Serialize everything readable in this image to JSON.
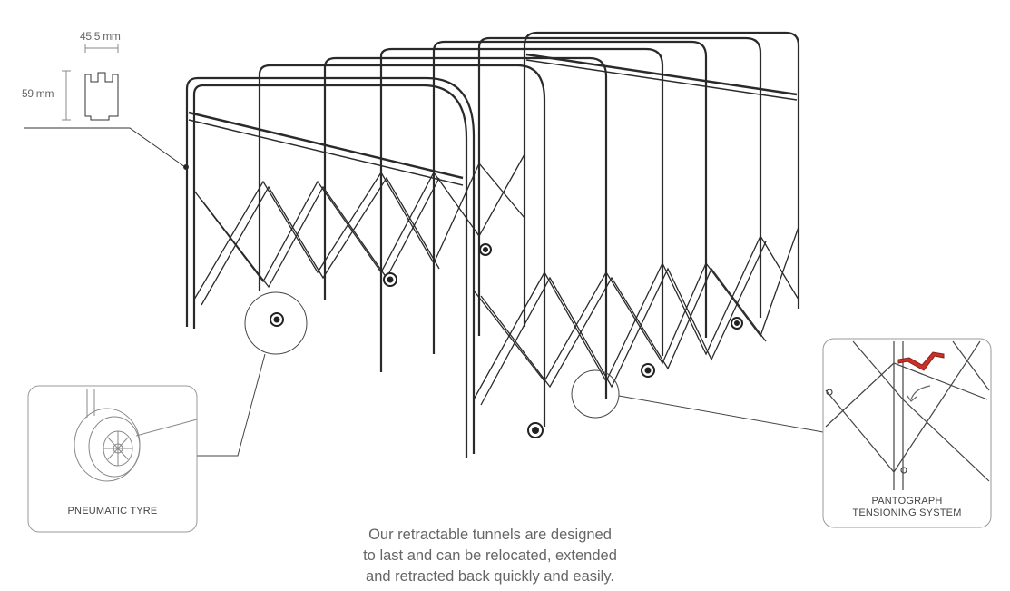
{
  "profile": {
    "width_label": "45,5 mm",
    "height_label": "59 mm"
  },
  "callouts": {
    "tyre_label": "PNEUMATIC TYRE",
    "pantograph_label_line1": "PANTOGRAPH",
    "pantograph_label_line2": "TENSIONING SYSTEM"
  },
  "caption": {
    "line1": "Our retractable tunnels are designed",
    "line2": "to last and can be relocated, extended",
    "line3": "and retracted back quickly and easily."
  },
  "colors": {
    "line": "#2a2a2a",
    "box_border": "#9a9a9a",
    "accent_handle": "#c8322a"
  }
}
